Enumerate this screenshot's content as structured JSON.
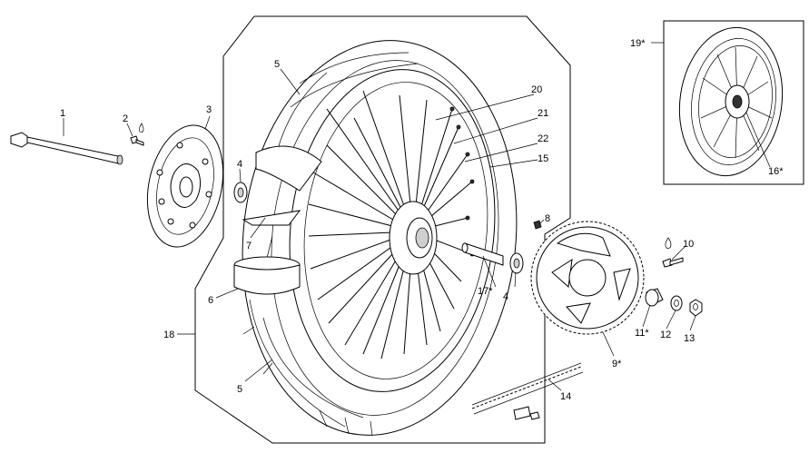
{
  "diagram": {
    "labels": [
      {
        "id": "l1",
        "text": "1"
      },
      {
        "id": "l2",
        "text": "2"
      },
      {
        "id": "l3",
        "text": "3"
      },
      {
        "id": "l4a",
        "text": "4"
      },
      {
        "id": "l5a",
        "text": "5"
      },
      {
        "id": "l20",
        "text": "20"
      },
      {
        "id": "l21",
        "text": "21"
      },
      {
        "id": "l22",
        "text": "22"
      },
      {
        "id": "l15",
        "text": "15"
      },
      {
        "id": "l7",
        "text": "7"
      },
      {
        "id": "l6",
        "text": "6"
      },
      {
        "id": "l18",
        "text": "18"
      },
      {
        "id": "l5b",
        "text": "5"
      },
      {
        "id": "l17",
        "text": "17*"
      },
      {
        "id": "l4b",
        "text": "4"
      },
      {
        "id": "l8",
        "text": "8"
      },
      {
        "id": "l10",
        "text": "10"
      },
      {
        "id": "l11",
        "text": "11*"
      },
      {
        "id": "l12",
        "text": "12"
      },
      {
        "id": "l13",
        "text": "13"
      },
      {
        "id": "l9",
        "text": "9*"
      },
      {
        "id": "l14",
        "text": "14"
      },
      {
        "id": "l19",
        "text": "19*"
      },
      {
        "id": "l16",
        "text": "16*"
      }
    ]
  }
}
